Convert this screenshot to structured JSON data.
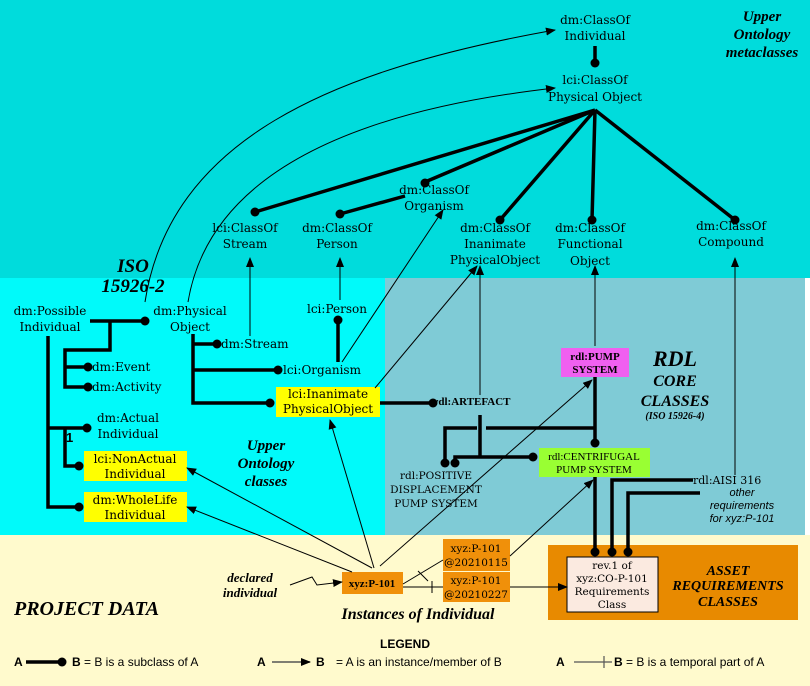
{
  "colors": {
    "upper_meta_bg": "#00DCDC",
    "upper_classes_bg": "#00FAFA",
    "rdl_bg": "#7FCBD6",
    "project_bg": "#FFFACD",
    "highlight_yellow": "#FFFF00",
    "pump_magenta": "#F060F0",
    "centrifugal_green": "#99FF33",
    "instance_orange": "#F0900A",
    "asset_orange": "#E88A00",
    "req_class_bg": "#FBEAE0"
  },
  "regions": {
    "upper_meta": [
      "Upper",
      "Ontology",
      "metaclasses"
    ],
    "iso": [
      "ISO",
      "15926-2"
    ],
    "upper_classes": [
      "Upper",
      "Ontology",
      "classes"
    ],
    "rdl": [
      "RDL",
      "CORE",
      "CLASSES",
      "(ISO 15926-4)"
    ],
    "project": "PROJECT DATA",
    "instances": "Instances of Individual",
    "asset": [
      "ASSET",
      "REQUIREMENTS",
      "CLASSES"
    ]
  },
  "nodes": {
    "classof_individual": [
      "dm:ClassOf",
      "Individual"
    ],
    "classof_physical_object": [
      "lci:ClassOf",
      "Physical Object"
    ],
    "classof_stream": [
      "lci:ClassOf",
      "Stream"
    ],
    "classof_person": [
      "dm:ClassOf",
      "Person"
    ],
    "classof_organism": [
      "dm:ClassOf",
      "Organism"
    ],
    "classof_inanimate": [
      "dm:ClassOf",
      "Inanimate",
      "PhysicalObject"
    ],
    "classof_functional": [
      "dm:ClassOf",
      "Functional",
      "Object"
    ],
    "classof_compound": [
      "dm:ClassOf",
      "Compound"
    ],
    "possible_individual": [
      "dm:Possible",
      "Individual"
    ],
    "physical_object": [
      "dm:Physical",
      "Object"
    ],
    "stream": "dm:Stream",
    "person": "lci:Person",
    "organism": "lci:Organism",
    "inanimate": [
      "lci:Inanimate",
      "PhysicalObject"
    ],
    "event": "dm:Event",
    "activity": "dm:Activity",
    "actual_individual": [
      "dm:Actual",
      "Individual"
    ],
    "cardinality": "1",
    "nonactual": [
      "lci:NonActual",
      "Individual"
    ],
    "wholelife": [
      "dm:WholeLife",
      "Individual"
    ],
    "artefact": "rdl:ARTEFACT",
    "pump_system": [
      "rdl:PUMP",
      "SYSTEM"
    ],
    "centrifugal": [
      "rdl:CENTRIFUGAL",
      "PUMP SYSTEM"
    ],
    "positive_disp": [
      "rdl:POSITIVE",
      "DISPLACEMENT",
      "PUMP SYSTEM"
    ],
    "aisi": "rdl:AISI 316",
    "other_req": [
      "other",
      "requirements",
      "for xyz:P-101"
    ],
    "declared": [
      "declared",
      "individual"
    ],
    "p101": "xyz:P-101",
    "p101_a": [
      "xyz:P-101",
      "@20210115"
    ],
    "p101_b": [
      "xyz:P-101",
      "@20210227"
    ],
    "req_class": [
      "rev.1 of",
      "xyz:CO-P-101",
      "Requirements",
      "Class"
    ]
  },
  "legend": {
    "title": "LEGEND",
    "a": "A",
    "b": "B",
    "subclass": "= B is a subclass of A",
    "instance": "= A is an instance/member of B",
    "temporal": "= B is a temporal part of A"
  }
}
